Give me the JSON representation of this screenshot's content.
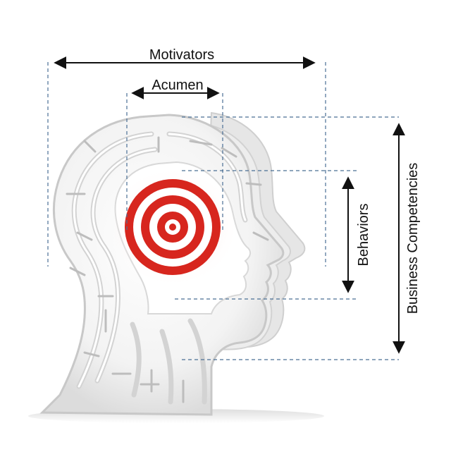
{
  "labels": {
    "motivators": "Motivators",
    "acumen": "Acumen",
    "behaviors": "Behaviors",
    "business_competencies": "Business Competencies"
  },
  "colors": {
    "target_red": "#d7261e",
    "dashed_guide": "#4a6f95",
    "arrow": "#111111",
    "maze_wall": "#f4f4f4",
    "maze_shadow": "#c9c9c9",
    "background": "#ffffff"
  },
  "icons": {
    "head": "maze-head-profile",
    "target": "bullseye-target"
  }
}
